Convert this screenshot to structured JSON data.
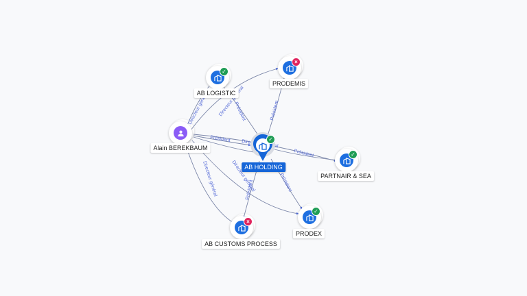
{
  "nodes": {
    "ab_logistic": {
      "label": "AB LOGISTIC",
      "status": "active"
    },
    "prodemis": {
      "label": "PRODEMIS",
      "status": "closed"
    },
    "alain": {
      "label": "Alain BEREKBAUM"
    },
    "ab_holding": {
      "label": "AB HOLDING",
      "status": "active"
    },
    "partnair": {
      "label": "PARTNAIR & SEA",
      "status": "active"
    },
    "prodex": {
      "label": "PRODEX",
      "status": "active"
    },
    "ab_customs": {
      "label": "AB CUSTOMS PROCESS",
      "status": "closed"
    }
  },
  "edges": {
    "alain_logistic": "Directeur général",
    "alain_holding": "Président",
    "alain_customs": "Directeur général",
    "holding_logistic": "Président",
    "holding_prodemis": "Président",
    "holding_partnair": "Président",
    "holding_prodex": "Président",
    "holding_customs": "Président",
    "alain_prodemis": "Directeur général",
    "alain_holding_dg": "Directeur général",
    "alain_prodex": "Directeur général",
    "alain_partnair": "Directeur général"
  },
  "colors": {
    "company": "#1e6fe0",
    "person": "#8b5cf6",
    "active": "#1f9d55",
    "closed": "#e0245e",
    "edge": "#6b7bb0",
    "edge_label": "#5a6fd8"
  }
}
